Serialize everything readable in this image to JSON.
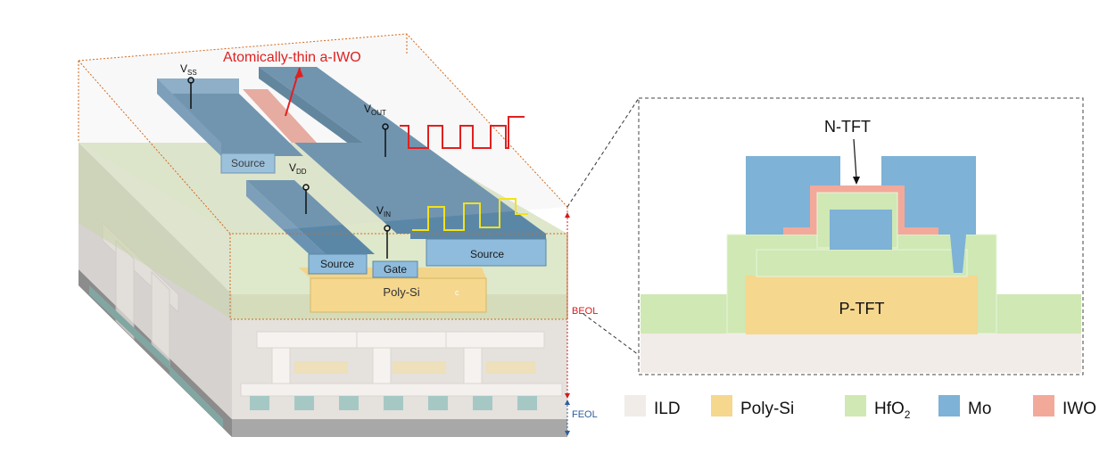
{
  "annotation": "Atomically-thin a-IWO",
  "terminals": {
    "vss": {
      "main": "V",
      "sub": "SS"
    },
    "vout": {
      "main": "V",
      "sub": "OUT"
    },
    "vdd": {
      "main": "V",
      "sub": "DD"
    },
    "vin": {
      "main": "V",
      "sub": "IN"
    }
  },
  "device_labels": {
    "source_top": "Source",
    "source_left": "Source",
    "source_right": "Source",
    "gate": "Gate",
    "poly_si": "Poly-Si",
    "contact_mark": "c"
  },
  "layer_labels": {
    "beol": "BEOL",
    "feol": "FEOL"
  },
  "cross_section": {
    "n_tft": "N-TFT",
    "p_tft": "P-TFT"
  },
  "legend": [
    {
      "name": "ILD",
      "color": "#f1ece8"
    },
    {
      "name": "Poly-Si",
      "color": "#f5d78e"
    },
    {
      "name": "HfO",
      "sub": "2",
      "color": "#cfe8b4"
    },
    {
      "name": "Mo",
      "color": "#7eb2d6"
    },
    {
      "name": "IWO",
      "color": "#f3a99a"
    }
  ],
  "colors": {
    "ild": "#f1ece8",
    "poly_si": "#f5d78e",
    "hfo2": "#cfe8b4",
    "mo": "#7eb2d6",
    "iwo": "#f3a99a",
    "metal_3d": "#5b87a7",
    "metal_3d_light": "#8fb7d3",
    "signal_out": "#e02020",
    "signal_in": "#f2e21c",
    "beol_color": "#d01c1c",
    "feol_color": "#2e5e9e"
  }
}
